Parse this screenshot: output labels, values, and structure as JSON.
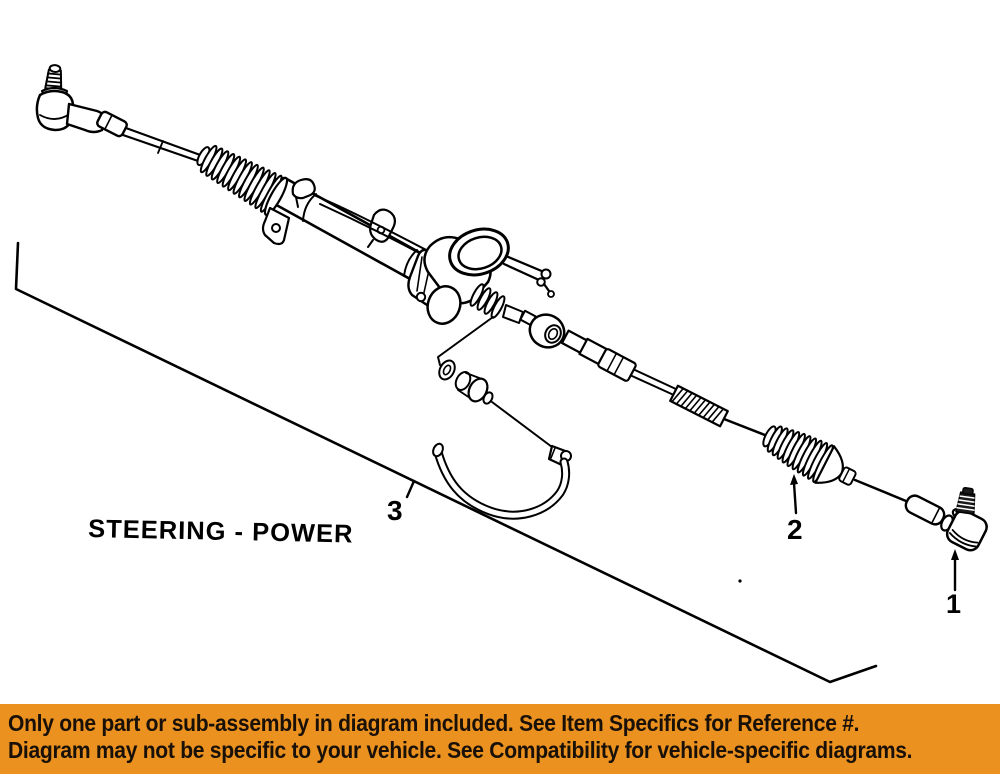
{
  "page": {
    "background": "#ffffff"
  },
  "diagram": {
    "title": "STEERING - POWER",
    "line_color": "#000000",
    "ref_labels": {
      "item1": "1",
      "item2": "2",
      "item3": "3"
    }
  },
  "banner": {
    "background": "#EA9120",
    "text_color": "#191008",
    "line1": "Only one part or sub-assembly in diagram included. See Item Specifics for Reference #.",
    "line2": "Diagram may not be specific to your vehicle. See Compatibility for vehicle-specific diagrams."
  }
}
